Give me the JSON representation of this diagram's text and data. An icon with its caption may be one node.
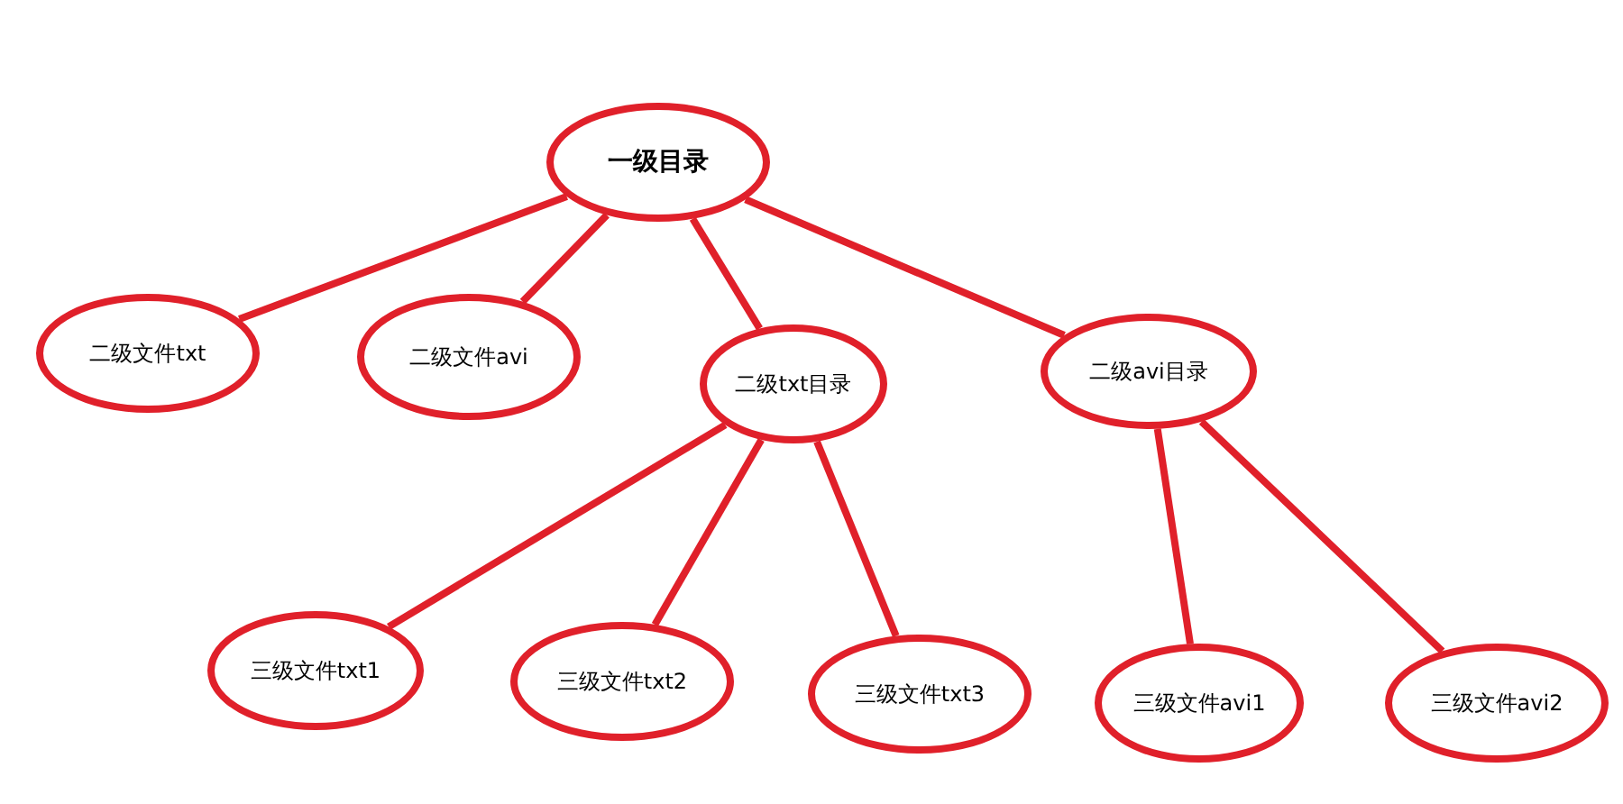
{
  "diagram": {
    "nodes": [
      {
        "text": [
          "一级目录"
        ]
      },
      {
        "text": [
          "二级文件txt"
        ]
      },
      {
        "text": [
          "二级文件avi"
        ]
      },
      {
        "text": [
          "二级txt目录"
        ]
      },
      {
        "text": [
          "二级avi目录"
        ]
      },
      {
        "text": [
          "三级文件txt1"
        ]
      },
      {
        "text": [
          "三级文件txt2"
        ]
      },
      {
        "text": [
          "三级文件txt3"
        ]
      },
      {
        "text": [
          "三级文件avi1"
        ]
      },
      {
        "text": [
          "三级文件avi2"
        ]
      }
    ],
    "edges": [
      {
        "from": 0,
        "to": 1,
        "arrow": "none"
      },
      {
        "from": 0,
        "to": 2,
        "arrow": "none"
      },
      {
        "from": 0,
        "to": 3,
        "arrow": "none"
      },
      {
        "from": 0,
        "to": 4,
        "arrow": "none"
      },
      {
        "from": 3,
        "to": 5,
        "arrow": "none"
      },
      {
        "from": 3,
        "to": 6,
        "arrow": "none"
      },
      {
        "from": 3,
        "to": 7,
        "arrow": "none"
      },
      {
        "from": 4,
        "to": 8,
        "arrow": "none"
      },
      {
        "from": 4,
        "to": 9,
        "arrow": "none"
      }
    ]
  }
}
